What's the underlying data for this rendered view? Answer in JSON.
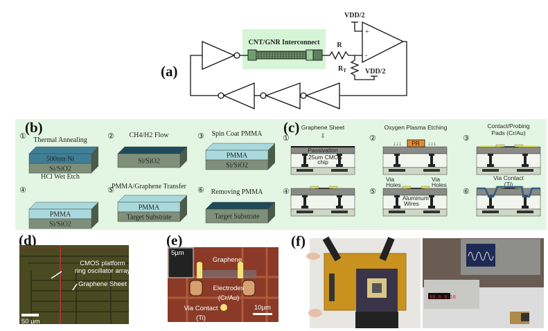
{
  "panel_a": {
    "label": "(a)",
    "interconnect_label": "CNT/GNR Interconnect",
    "resistor_r": "R",
    "resistor_rt": "R",
    "resistor_rt_sub": "T",
    "vdd_top": "VDD/2",
    "vdd_bottom": "VDD/2",
    "plus": "+",
    "minus": "-",
    "highlight_color": "#d6f5d6"
  },
  "panel_b": {
    "label": "(b)",
    "background_color": "#e3f6e3",
    "steps": [
      {
        "num": "①",
        "title": "Thermal Annealing",
        "layers": [
          "500nm Ni",
          "Si/SiO2"
        ]
      },
      {
        "num": "②",
        "title": "CH4/H2 Flow",
        "layers": [
          "Si/SiO2"
        ]
      },
      {
        "num": "③",
        "title": "Spin Coat PMMA",
        "layers": [
          "PMMA",
          "Si/SiO2"
        ]
      },
      {
        "num": "④",
        "title": "HCl Wet Etch",
        "layers": [
          "PMMA",
          "Si/SiO2"
        ]
      },
      {
        "num": "⑤",
        "title": "PMMA/Graphene Transfer",
        "layers": [
          "PMMA",
          "Target Substrate"
        ]
      },
      {
        "num": "⑥",
        "title": "Removing PMMA",
        "layers": [
          "Target Substrate"
        ]
      }
    ]
  },
  "panel_c": {
    "label": "(c)",
    "steps": [
      {
        "num": "①",
        "title": "Graphene Sheet",
        "notes": [
          "Passivation",
          "0.25um CMOS",
          "chip"
        ]
      },
      {
        "num": "②",
        "title": "Oxygen Plasma Etching",
        "notes": [
          "PR"
        ]
      },
      {
        "num": "③",
        "title": "Contact/Probing",
        "title2": "Pads (Cr/Au)",
        "notes": []
      },
      {
        "num": "④",
        "title": "",
        "notes": []
      },
      {
        "num": "⑤",
        "title": "",
        "notes": [
          "Via",
          "Holes",
          "Via",
          "Holes",
          "Aluminum",
          "Wires"
        ]
      },
      {
        "num": "⑥",
        "title": "Via Contact",
        "title2": "(Ti)",
        "notes": []
      }
    ],
    "pr_color": "#e8892c",
    "pad_color": "#e8e84a",
    "ti_color": "#2f5f86"
  },
  "panel_d": {
    "label": "(d)",
    "annotations": [
      "CMOS platform",
      "ring oscillator array",
      "Graphene Sheet"
    ],
    "scale_bar": "50 µm"
  },
  "panel_e": {
    "label": "(e)",
    "inset_scale": "5µm",
    "annotations": [
      "Graphene",
      "Electrodes",
      "(Cr/Au)",
      "Via Contact",
      "(Ti)"
    ],
    "scale_bar": "10µm"
  },
  "panel_f": {
    "label": "(f)"
  }
}
